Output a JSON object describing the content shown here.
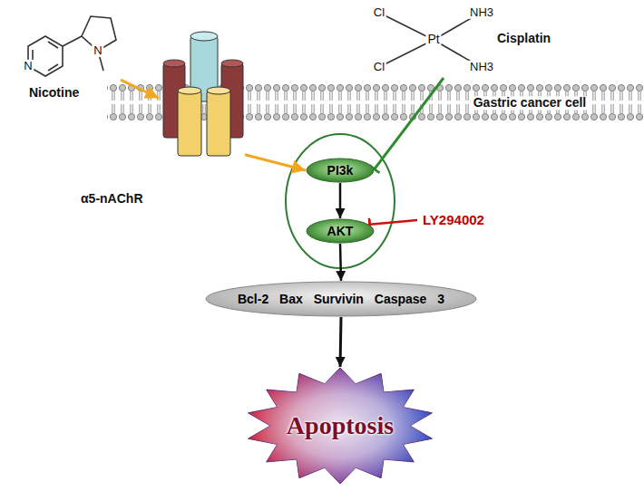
{
  "diagram": {
    "nodes": [
      {
        "text": [
          "Nicotine"
        ]
      },
      {
        "text": [
          "α5-nAChR"
        ]
      },
      {
        "text": [
          "Cisplatin"
        ]
      },
      {
        "text": [
          "PI3k"
        ]
      },
      {
        "text": [
          "AKT"
        ]
      },
      {
        "text": [
          "Bcl-2 Bax Survivin Caspase 3"
        ]
      },
      {
        "text": [
          "Apoptosis"
        ]
      },
      {
        "text": [
          "LY294002"
        ]
      }
    ],
    "edges": [
      {
        "from": 0,
        "to": 1,
        "arrow": "to"
      },
      {
        "from": 1,
        "to": 3,
        "arrow": "to"
      },
      {
        "from": 2,
        "to": 3,
        "arrow": "to"
      },
      {
        "from": 7,
        "to": 4,
        "arrow": "to"
      },
      {
        "from": 3,
        "to": 4,
        "arrow": "to"
      },
      {
        "from": 4,
        "to": 5,
        "arrow": "to"
      },
      {
        "from": 5,
        "to": 6,
        "arrow": "to"
      }
    ],
    "labels": [
      "N",
      "N",
      "Cl",
      "Cl",
      "NH3",
      "NH3",
      "Pt",
      "Gastric cancer cell"
    ]
  }
}
